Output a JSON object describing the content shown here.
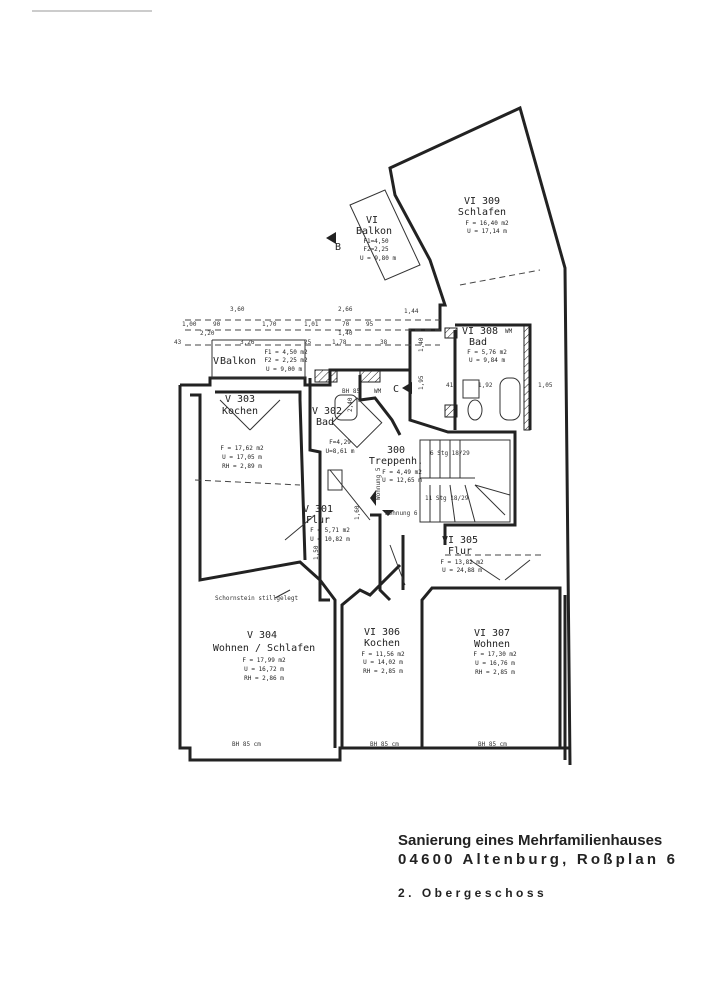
{
  "title": {
    "line1": "Sanierung eines Mehrfamilienhauses",
    "line2": "04600 Altenburg, Roßplan 6",
    "line3": "2. Obergeschoss"
  },
  "rooms": [
    {
      "id": "V 303",
      "name": "Kochen",
      "f": "F = 17,62 m2",
      "u": "U = 17,05 m",
      "rh": "RH = 2,89 m"
    },
    {
      "id": "V 302",
      "name": "Bad",
      "f": "F=4,29",
      "u": "U=8,61 m"
    },
    {
      "id": "300",
      "name": "Treppenh.",
      "f": "F = 4,49 m2",
      "u": "U = 12,65 m"
    },
    {
      "id": "V 301",
      "name": "Flur",
      "f": "F = 5,71 m2",
      "u": "U = 10,82 m"
    },
    {
      "id": "VI 305",
      "name": "Flur",
      "f": "F = 13,82 m2",
      "u": "U = 24,88 m"
    },
    {
      "id": "V 304",
      "name": "Wohnen / Schlafen",
      "f": "F = 17,99 m2",
      "u": "U = 16,72 m",
      "rh": "RH = 2,86 m"
    },
    {
      "id": "VI 306",
      "name": "Kochen",
      "f": "F = 11,56 m2",
      "u": "U = 14,02 m",
      "rh": "RH = 2,85 m"
    },
    {
      "id": "VI 307",
      "name": "Wohnen",
      "f": "F = 17,30 m2",
      "u": "U = 16,76 m",
      "rh": "RH = 2,85 m"
    },
    {
      "id": "VI 308",
      "name": "Bad",
      "f": "F = 5,76 m2",
      "u": "U = 9,84 m"
    },
    {
      "id": "VI 309",
      "name": "Schlafen",
      "f": "F = 16,40 m2",
      "u": "U = 17,14 m"
    },
    {
      "id": "VI",
      "name": "Balkon",
      "f": "F1=4,50",
      "f2": "F2=2,25",
      "u": "U = 9,80 m"
    },
    {
      "id": "V",
      "name": "Balkon",
      "f": "F1 = 4,50 m2",
      "f2": "F2 = 2,25 m2",
      "u": "U = 9,00 m"
    }
  ],
  "annotations": {
    "chimney": "Schornstein stillgelegt",
    "bh85": "BH 85 cm",
    "bh85_short": "BH 85",
    "wm": "WM",
    "stairs_upper": "6 Stg 18/29",
    "stairs_lower": "11 Stg 18/29",
    "wohnung5": "Wohnung 5",
    "wohnung6": "Wohnung 6",
    "section_c": "C",
    "section_b": "B"
  },
  "dimensions": [
    "3,60",
    "2,66",
    "1,44",
    "1,00",
    "90",
    "1,70",
    "1,01",
    "70",
    "95",
    "2,20",
    "1,40",
    "43",
    "3,26",
    "25",
    "1,78",
    "38",
    "1,92",
    "41",
    "1,05",
    "1,95",
    "2,40",
    "1,60",
    "1,40",
    "1,50"
  ]
}
